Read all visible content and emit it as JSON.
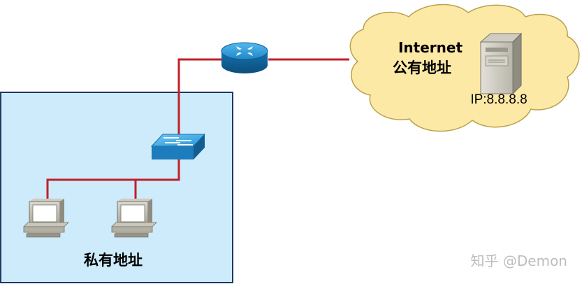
{
  "internet": {
    "title": "Internet",
    "subtitle": "公有地址",
    "server_ip": "IP:8.8.8.8"
  },
  "lan": {
    "label": "私有地址"
  },
  "watermark": "知乎 @Demon",
  "colors": {
    "lan_fill": "#cdebfa",
    "lan_border": "#1f3864",
    "cloud_fill": "#fde9a6",
    "cloud_border": "#b8a24a",
    "link": "#c0202a",
    "router": "#1a8fd0",
    "switch": "#2da4e0"
  },
  "icons": [
    "router-icon",
    "switch-icon",
    "server-icon",
    "pc-icon"
  ]
}
